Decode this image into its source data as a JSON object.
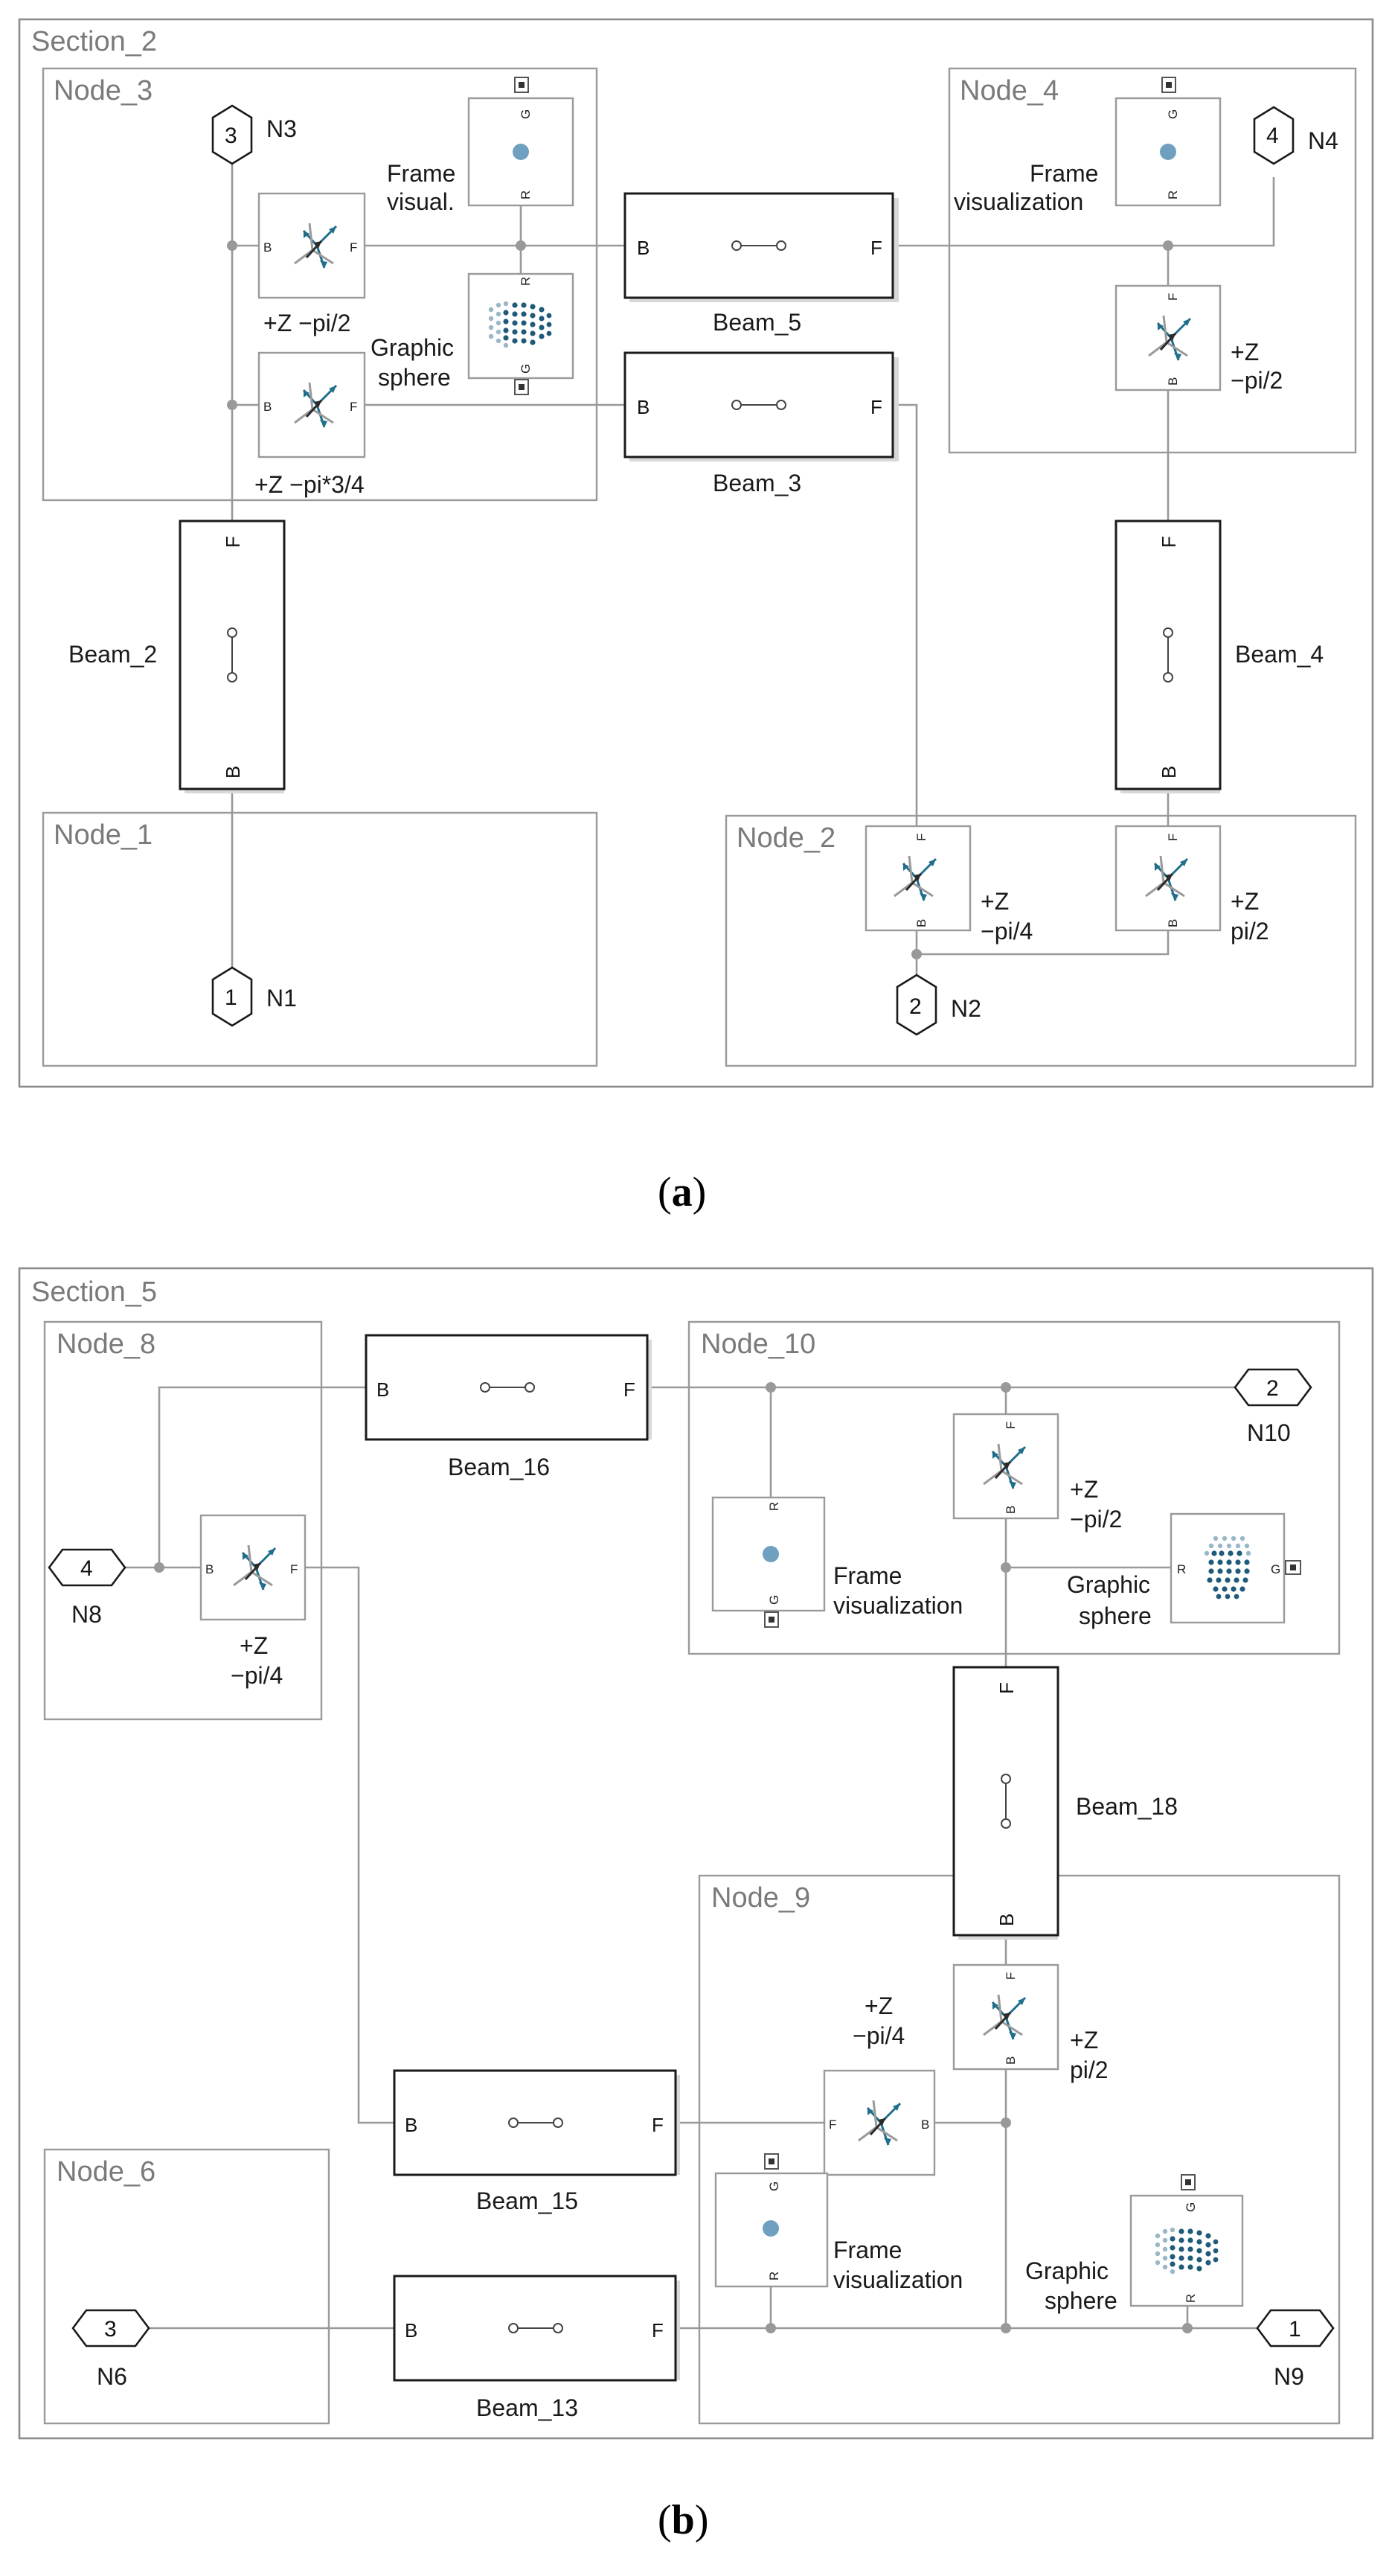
{
  "colors": {
    "wire": "#999999",
    "accent": "#1f6e8c",
    "vis_dot": "#6fa0bf"
  },
  "panel_a": {
    "section_title": "Section_2",
    "caption_letter": "a",
    "nodes": [
      "Node_3",
      "Node_4",
      "Node_1",
      "Node_2"
    ],
    "beams": [
      "Beam_5",
      "Beam_3",
      "Beam_2",
      "Beam_4"
    ],
    "transforms": [
      "+Z −pi/2",
      "+Z −pi*3/4",
      "+Z",
      "−pi/2",
      "+Z",
      "−pi/4",
      "+Z",
      "pi/2"
    ],
    "vis_labels": [
      "Frame",
      "visual.",
      "Frame",
      "visualization",
      "Graphic",
      "sphere"
    ],
    "connectors": [
      {
        "num": "3",
        "label": "N3"
      },
      {
        "num": "4",
        "label": "N4"
      },
      {
        "num": "1",
        "label": "N1"
      },
      {
        "num": "2",
        "label": "N2"
      }
    ]
  },
  "panel_b": {
    "section_title": "Section_5",
    "caption_letter": "b",
    "nodes": [
      "Node_8",
      "Node_10",
      "Node_9",
      "Node_6"
    ],
    "beams": [
      "Beam_16",
      "Beam_18",
      "Beam_15",
      "Beam_13"
    ],
    "transforms": [
      "+Z",
      "−pi/4",
      "+Z",
      "−pi/2",
      "+Z",
      "−pi/4",
      "+Z",
      "pi/2"
    ],
    "vis_labels": [
      "Frame",
      "visualization",
      "Graphic",
      "sphere",
      "Frame",
      "visualization",
      "Graphic",
      "sphere"
    ],
    "connectors": [
      {
        "num": "4",
        "label": "N8"
      },
      {
        "num": "2",
        "label": "N10"
      },
      {
        "num": "3",
        "label": "N6"
      },
      {
        "num": "1",
        "label": "N9"
      }
    ]
  },
  "ports": {
    "base": "B",
    "follower": "F",
    "reference": "R",
    "geometry": "G"
  }
}
